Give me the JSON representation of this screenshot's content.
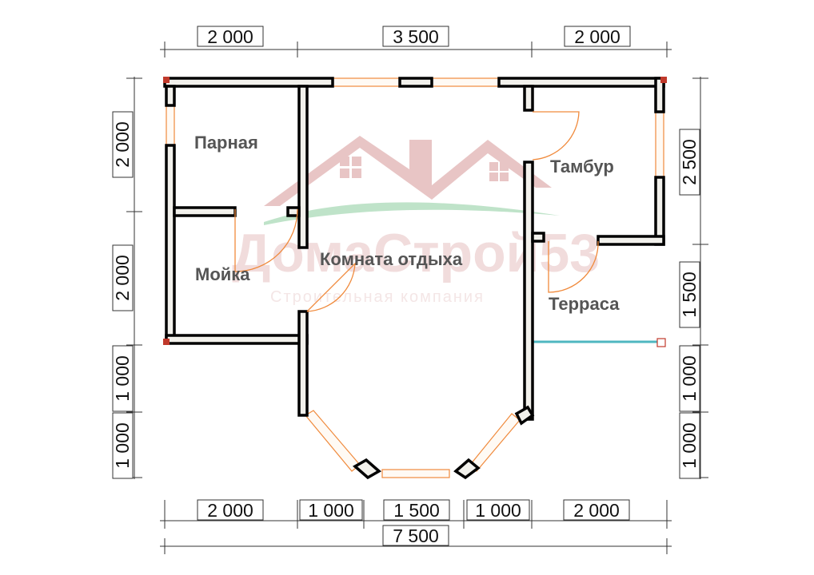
{
  "watermark": {
    "brand": "ДомаСтрой53",
    "tagline": "Строительная компания",
    "house_color": "#e8c5c5",
    "swoosh_color": "#bfe3c9"
  },
  "rooms": {
    "parnaya": "Парная",
    "moyka": "Мойка",
    "komnata": "Комната отдыха",
    "tambur": "Тамбур",
    "terrasa": "Терраса"
  },
  "dims": {
    "top": [
      "2 000",
      "3 500",
      "2 000"
    ],
    "left": [
      "2 000",
      "2 000",
      "1 000",
      "1 000"
    ],
    "right": [
      "2 500",
      "1 500",
      "1 000",
      "1 000"
    ],
    "bottom": [
      "2 000",
      "1 000",
      "1 500",
      "1 000",
      "2 000"
    ],
    "total": "7 500"
  },
  "colors": {
    "wall_fill": "#f2f1ec",
    "wall_stroke": "#000000",
    "window": "#f08a3c",
    "corner_post": "#c0392b",
    "railing": "#4fb7c0"
  }
}
